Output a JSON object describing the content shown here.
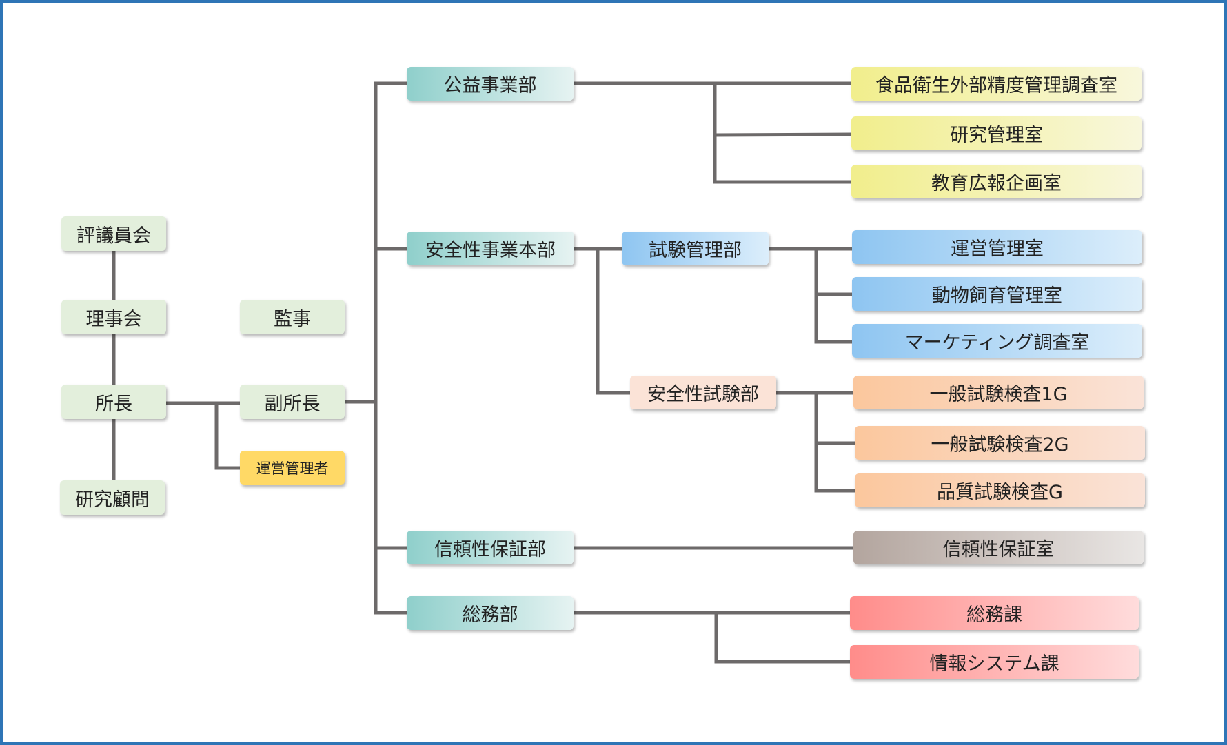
{
  "nodes": {
    "giinkai": "評議員会",
    "rijikai": "理事会",
    "shocho": "所長",
    "kenkyu_komon": "研究顧問",
    "kanji": "監事",
    "fukushocho": "副所長",
    "unei_kanrisha": "運営管理者",
    "koeki_jigyobu": "公益事業部",
    "anzensei_jigyo_honbu": "安全性事業本部",
    "shinraisei_hoshobu": "信頼性保証部",
    "somubu": "総務部",
    "shiken_kanribu": "試験管理部",
    "anzensei_shikenbu": "安全性試験部",
    "shokuhin_eisei": "食品衛生外部精度管理調査室",
    "kenkyu_kanrishitsu": "研究管理室",
    "kyoiku_koho": "教育広報企画室",
    "unei_kanrishitsu": "運営管理室",
    "dobutsu_shiiku": "動物飼育管理室",
    "marketing": "マーケティング調査室",
    "ippan_1g": "一般試験検査1G",
    "ippan_2g": "一般試験検査2G",
    "hinshitsu_g": "品質試験検査G",
    "shinraisei_hoshoshitsu": "信頼性保証室",
    "somuka": "総務課",
    "joho_system": "情報システム課"
  },
  "colors": {
    "frame": "#2e75b6",
    "connector": "#6d6a6a",
    "green": "#e3efdc",
    "yellow_fill": "#ffd966",
    "teal": "#8fcfcb",
    "blue": "#8ec5f1",
    "peach": "#fbc79d",
    "yellow": "#f1ee8c",
    "brown": "#b3a59e",
    "red": "#ff8c8a"
  }
}
